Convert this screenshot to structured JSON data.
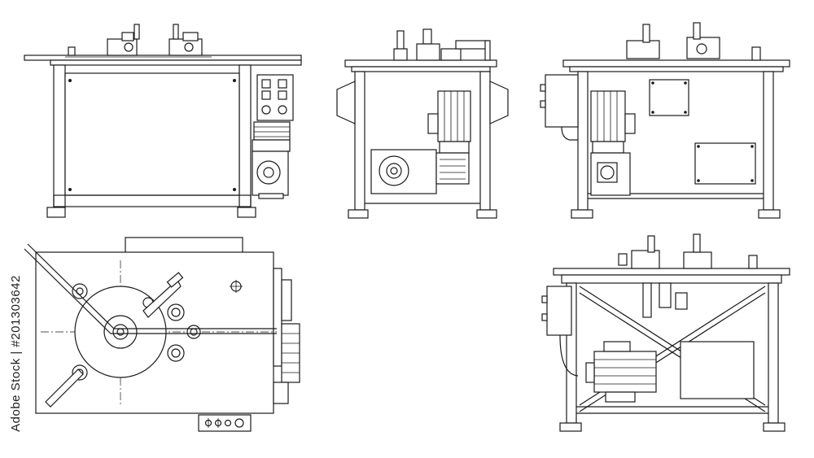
{
  "stock_id_text": "Adobe Stock | #201303642",
  "colors": {
    "line": "#1a1a1a",
    "background": "#ffffff"
  },
  "views": [
    {
      "name": "front-view"
    },
    {
      "name": "side-view"
    },
    {
      "name": "rear-view"
    },
    {
      "name": "top-view"
    },
    {
      "name": "bottom-rear-view"
    }
  ]
}
